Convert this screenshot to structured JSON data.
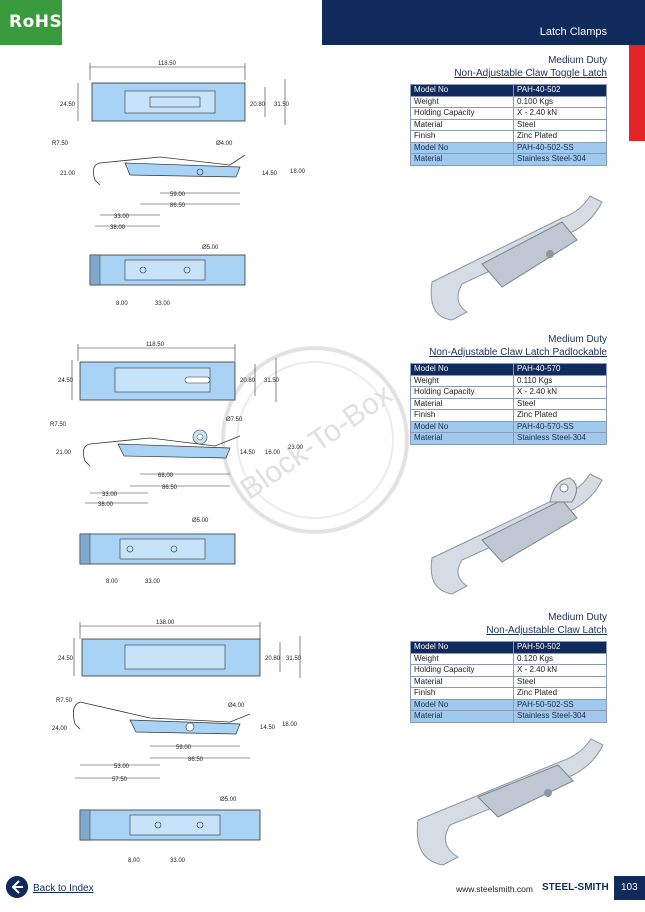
{
  "header": {
    "logo_text": "RoHS",
    "category": "Latch Clamps"
  },
  "products": [
    {
      "duty": "Medium Duty",
      "name": "Non-Adjustable Claw Toggle Latch",
      "specs": [
        [
          "Model No",
          "PAH-40-502"
        ],
        [
          "Weight",
          "0.100 Kgs"
        ],
        [
          "Holding Capacity",
          "X - 2.40 kN"
        ],
        [
          "Material",
          "Steel"
        ],
        [
          "Finish",
          "Zinc Plated"
        ],
        [
          "Model No",
          "PAH-40-502-SS"
        ],
        [
          "Material",
          "Stainless Steel-304"
        ]
      ],
      "dims": {
        "top_len": "118.50",
        "top_h": "24.50",
        "top_w1": "20.80",
        "top_w2": "31.50",
        "side_r": "R7.50",
        "side_hole": "Ø4.00",
        "side_h": "21.00",
        "side_e1": "14.50",
        "side_e2": "18.00",
        "side_l1": "59.00",
        "side_l2": "86.50",
        "side_l3": "33.00",
        "side_l4": "38.00",
        "bot_hole": "Ø5.00",
        "bot_l1": "8.00",
        "bot_l2": "33.00"
      }
    },
    {
      "duty": "Medium Duty",
      "name": "Non-Adjustable Claw Latch Padlockable",
      "specs": [
        [
          "Model No",
          "PAH-40-570"
        ],
        [
          "Weight",
          "0.110 Kgs"
        ],
        [
          "Holding Capacity",
          "X - 2.40 kN"
        ],
        [
          "Material",
          "Steel"
        ],
        [
          "Finish",
          "Zinc Plated"
        ],
        [
          "Model No",
          "PAH-40-570-SS"
        ],
        [
          "Material",
          "Stainless Steel-304"
        ]
      ],
      "dims": {
        "top_len": "118.50",
        "top_h": "24.50",
        "top_w1": "20.80",
        "top_w2": "31.50",
        "side_r": "R7.50",
        "side_hole": "Ø7.50",
        "side_h": "21.00",
        "side_e1": "14.50",
        "side_e2": "16.00",
        "side_e3": "23.00",
        "side_l1": "68.00",
        "side_l2": "86.50",
        "side_l3": "33.00",
        "side_l4": "38.00",
        "bot_hole": "Ø5.00",
        "bot_l1": "8.00",
        "bot_l2": "33.00"
      }
    },
    {
      "duty": "Medium Duty",
      "name": "Non-Adjustable Claw Latch",
      "specs": [
        [
          "Model No",
          "PAH-50-502"
        ],
        [
          "Weight",
          "0.120 Kgs"
        ],
        [
          "Holding Capacity",
          "X - 2.40 kN"
        ],
        [
          "Material",
          "Steel"
        ],
        [
          "Finish",
          "Zinc Plated"
        ],
        [
          "Model No",
          "PAH-50-502-SS"
        ],
        [
          "Material",
          "Stainless Steel-304"
        ]
      ],
      "dims": {
        "top_len": "138.00",
        "top_h": "24.50",
        "top_w1": "20.80",
        "top_w2": "31.50",
        "side_r": "R7.50",
        "side_hole": "Ø4.00",
        "side_h": "24.00",
        "side_e1": "14.50",
        "side_e2": "18.00",
        "side_l1": "59.00",
        "side_l2": "86.50",
        "side_l3": "53.00",
        "side_l4": "57.50",
        "bot_hole": "Ø5.00",
        "bot_l1": "8.00",
        "bot_l2": "33.00"
      }
    }
  ],
  "watermark": "Block-To-Box",
  "footer": {
    "back_label": "Back to Index",
    "website": "www.steelsmith.com",
    "brand": "STEEL-SMITH",
    "page": "103"
  },
  "colors": {
    "navy": "#102a5c",
    "light_blue": "#9fcaee",
    "rohs_green": "#3a9a3e",
    "red_tab": "#e32526",
    "part_blue": "#a9d3f5"
  },
  "icons": {
    "back": "arrow-left-icon"
  }
}
